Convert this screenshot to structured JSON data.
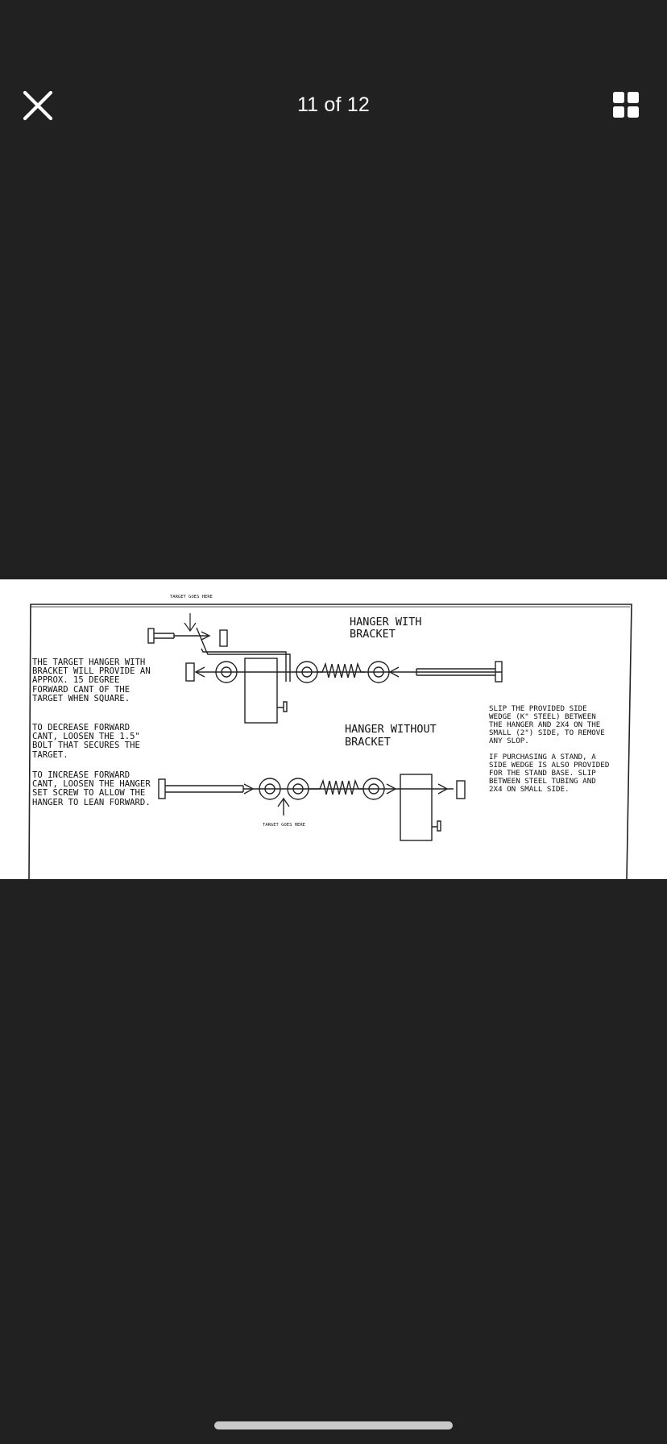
{
  "header": {
    "counter": "11 of 12"
  },
  "icons": {
    "close": "close-icon",
    "grid": "grid-icon"
  },
  "colors": {
    "background": "#212121",
    "foreground": "#ffffff",
    "home_indicator": "#c9c9c9"
  },
  "document": {
    "top_label": "TARGET GOES HERE",
    "bottom_label": "TARGET GOES HERE",
    "title_with_line1": "HANGER WITH",
    "title_with_line2": "BRACKET",
    "title_without_line1": "HANGER WITHOUT",
    "title_without_line2": "BRACKET",
    "left_note_1": "THE TARGET HANGER WITH BRACKET WILL PROVIDE AN APPROX. 15 DEGREE FORWARD CANT OF THE TARGET WHEN SQUARE.",
    "left_note_2": "TO DECREASE FORWARD CANT, LOOSEN THE 1.5\" BOLT THAT SECURES THE TARGET.",
    "left_note_3": "TO INCREASE FORWARD CANT, LOOSEN THE HANGER SET SCREW TO ALLOW THE HANGER TO LEAN FORWARD.",
    "right_note_1": "SLIP THE PROVIDED SIDE WEDGE (K\" STEEL) BETWEEN THE HANGER AND 2X4 ON THE SMALL (2\") SIDE, TO REMOVE ANY SLOP.",
    "right_note_2": "IF PURCHASING A STAND, A SIDE WEDGE IS ALSO PROVIDED FOR THE STAND BASE. SLIP BETWEEN STEEL TUBING AND 2X4 ON SMALL SIDE."
  }
}
